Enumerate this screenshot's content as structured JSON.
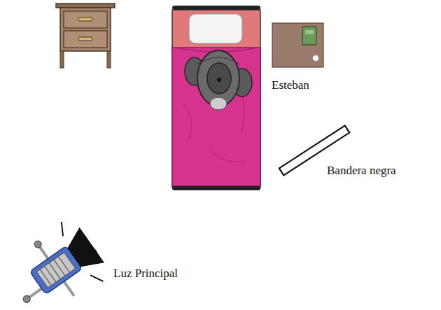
{
  "diagram": {
    "labels": [
      "Esteban",
      "Bandera negra",
      "Luz Principal"
    ]
  }
}
